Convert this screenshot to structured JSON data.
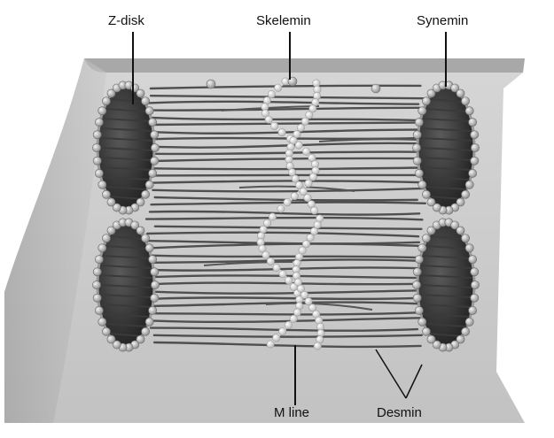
{
  "labels": {
    "z_disk": "Z-disk",
    "skelemin": "Skelemin",
    "synemin": "Synemin",
    "m_line": "M line",
    "desmin": "Desmin"
  },
  "colors": {
    "background": "#ffffff",
    "fiber_surface": "#c9c9c9",
    "fiber_top_edge": "#a9a9a9",
    "disk_dark": "#2b2b2b",
    "filament": "#555555",
    "bead": "#b3b3b3",
    "m_line_bead": "#d9d9d9",
    "text": "#111111"
  }
}
